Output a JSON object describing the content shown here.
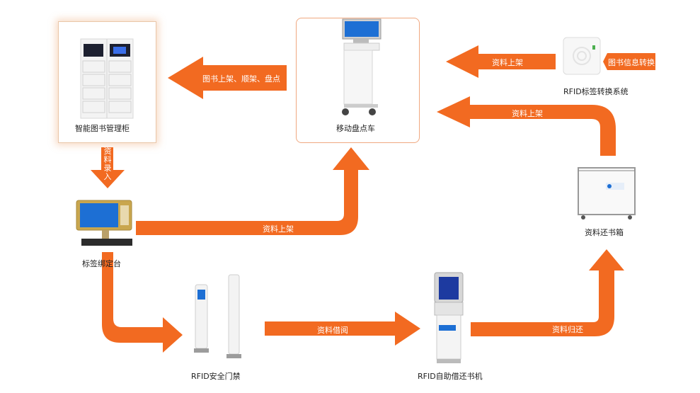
{
  "nodes": {
    "cabinet": "智能图书管理柜",
    "cart": "移动盘点车",
    "rfid_converter": "RFID标签转换系统",
    "tag_station": "标签绑定台",
    "return_box": "资料还书箱",
    "security_gate": "RFID安全门禁",
    "self_service": "RFID自助借还书机"
  },
  "edges": {
    "cart_to_cabinet": "图书上架、顺架、盘点",
    "converter_to_cart": "资料上架",
    "converter_tag": "图书信息转换",
    "box_to_cart": "资料上架",
    "cabinet_to_station": "资料录入",
    "station_to_cart": "资料上架",
    "gate_to_machine": "资料借阅",
    "machine_to_box": "资料归还"
  },
  "colors": {
    "arrow": "#f26a21",
    "box_border": "#f0a880"
  }
}
